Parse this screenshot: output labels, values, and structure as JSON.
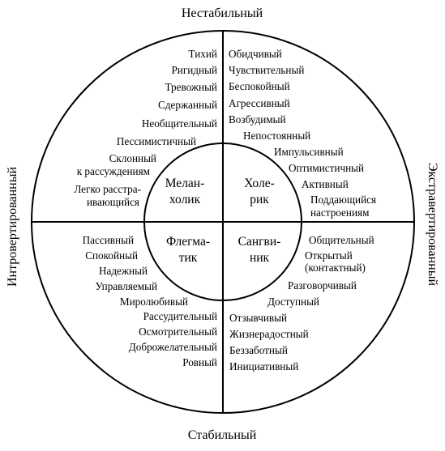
{
  "axes": {
    "top": "Нестабильный",
    "bottom": "Стабильный",
    "left": "Интровертированный",
    "right": "Экстравертированный"
  },
  "temperaments": {
    "melancholic": [
      "Мелан-",
      "холик"
    ],
    "choleric": [
      "Холе-",
      "рик"
    ],
    "phlegmatic": [
      "Флегма-",
      "тик"
    ],
    "sanguine": [
      "Сангви-",
      "ник"
    ]
  },
  "traits": {
    "top_left": [
      "Тихий",
      "Ригидный",
      "Тревожный",
      "Сдержанный",
      "Необщительный",
      "Пессимистичный",
      "Склонный",
      "к рассуждениям",
      "Легко расстра-",
      "ивающийся"
    ],
    "top_right": [
      "Обидчивый",
      "Чувствительный",
      "Беспокойный",
      "Агрессивный",
      "Возбудимый",
      "Непостоянный",
      "Импульсивный",
      "Оптимистичный",
      "Активный",
      "Поддающийся",
      "настроениям"
    ],
    "bottom_left": [
      "Пассивный",
      "Спокойный",
      "Надежный",
      "Управляемый",
      "Миролюбивый",
      "Рассудительный",
      "Осмотрительный",
      "Доброжелательный",
      "Ровный"
    ],
    "bottom_right": [
      "Общительный",
      "Открытый",
      "(контактный)",
      "Разговорчивый",
      "Доступный",
      "Отзывчивый",
      "Жизнерадостный",
      "Беззаботный",
      "Инициативный"
    ]
  },
  "colors": {
    "line": "#000000",
    "background": "#ffffff"
  }
}
